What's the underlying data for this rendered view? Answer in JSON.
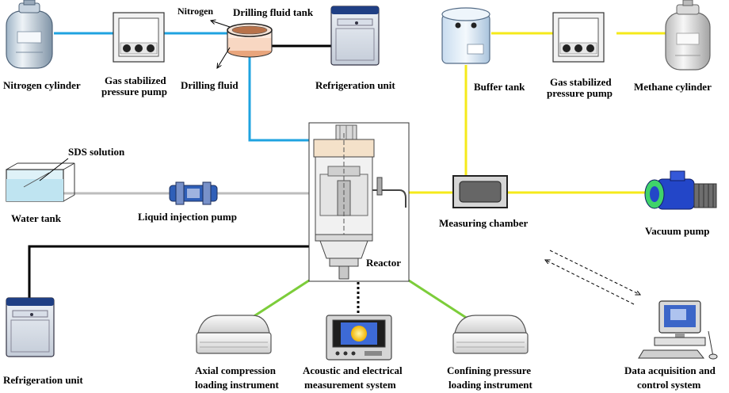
{
  "labels": {
    "nitrogen_cylinder": "Nitrogen cylinder",
    "gas_pump_left_l1": "Gas stabilized",
    "gas_pump_left_l2": "pressure pump",
    "nitrogen": "Nitrogen",
    "drilling_fluid_tank": "Drilling fluid tank",
    "drilling_fluid": "Drilling fluid",
    "refrigeration_unit_top": "Refrigeration unit",
    "buffer_tank": "Buffer tank",
    "gas_pump_right_l1": "Gas stabilized",
    "gas_pump_right_l2": "pressure pump",
    "methane_cylinder": "Methane cylinder",
    "sds_solution": "SDS solution",
    "water_tank": "Water tank",
    "liquid_injection_pump": "Liquid injection pump",
    "reactor": "Reactor",
    "measuring_chamber": "Measuring chamber",
    "vacuum_pump": "Vacuum pump",
    "refrigeration_unit_bottom": "Refrigeration unit",
    "axial_l1": "Axial compression",
    "axial_l2": "loading instrument",
    "acoustic_l1": "Acoustic and electrical",
    "acoustic_l2": "measurement system",
    "confining_l1": "Confining pressure",
    "confining_l2": "loading instrument",
    "daq_l1": "Data acquisition and",
    "daq_l2": "control system"
  },
  "line_colors": {
    "nitrogen_line": "#1fa3e0",
    "methane_line": "#f5ea1a",
    "water_line": "#bdbdbd",
    "refrigeration_line": "#000000",
    "loading_line": "#7ccd3a",
    "signal_line": "#000000"
  },
  "icons": {
    "nitrogen_cylinder": "gas-cylinder-icon",
    "gas_pump": "pressure-pump-icon",
    "drilling_fluid_tank": "fluid-tank-icon",
    "refrigeration_unit": "refrigeration-unit-icon",
    "buffer_tank": "buffer-tank-icon",
    "methane_cylinder": "gas-cylinder-icon",
    "water_tank": "water-tank-icon",
    "liquid_injection_pump": "injection-pump-icon",
    "reactor": "reactor-icon",
    "measuring_chamber": "measuring-chamber-icon",
    "vacuum_pump": "vacuum-pump-icon",
    "loading_instrument": "loading-instrument-icon",
    "measurement_system": "oscilloscope-icon",
    "computer": "computer-icon"
  }
}
